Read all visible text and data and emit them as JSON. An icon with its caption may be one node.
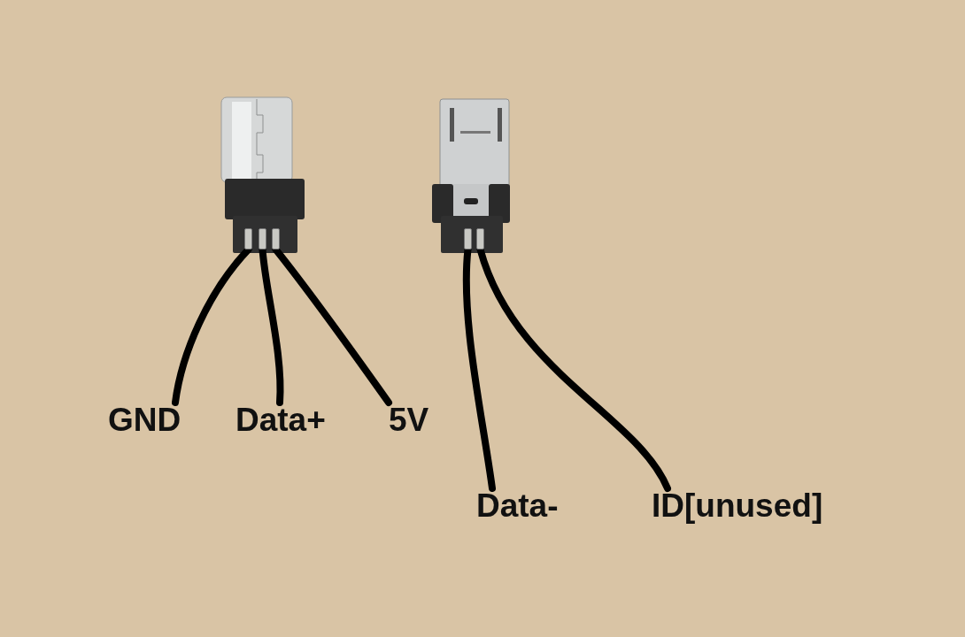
{
  "diagram": {
    "nodes": [
      {
        "text": [
          "GND"
        ]
      },
      {
        "text": [
          "Data+"
        ]
      },
      {
        "text": [
          "5V"
        ]
      },
      {
        "text": [
          "Data-"
        ]
      },
      {
        "text": [
          "ID[unused]"
        ]
      },
      {
        "text": [],
        "shape": "bar"
      },
      {
        "text": [],
        "shape": "bar"
      },
      {
        "text": [],
        "shape": "bar"
      },
      {
        "text": [],
        "shape": "bar"
      },
      {
        "text": [],
        "shape": "bar"
      }
    ],
    "edges": [
      {
        "from": 0,
        "to": 5,
        "arrow": "none"
      },
      {
        "from": 1,
        "to": 6,
        "arrow": "none"
      },
      {
        "from": 2,
        "to": 7,
        "arrow": "none"
      },
      {
        "from": 3,
        "to": 8,
        "arrow": "none"
      },
      {
        "from": 4,
        "to": 9,
        "arrow": "none"
      }
    ]
  }
}
